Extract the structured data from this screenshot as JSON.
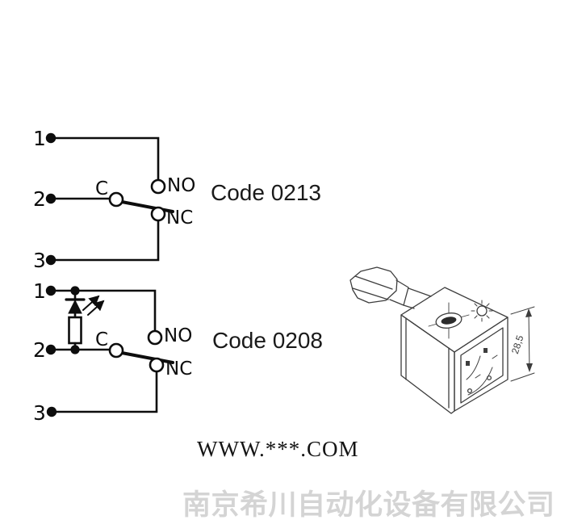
{
  "page": {
    "background": "#ffffff",
    "line_color": "#0d0d0d",
    "drawing_line_color": "#3d3d3d"
  },
  "circuits": [
    {
      "id": "code-0213",
      "code_label": "Code 0213",
      "terminals": [
        "1",
        "2",
        "3"
      ],
      "contacts": {
        "common": "C",
        "normally_open": "NO",
        "normally_closed": "NC"
      },
      "has_led_resistor": false
    },
    {
      "id": "code-0208",
      "code_label": "Code 0208",
      "terminals": [
        "1",
        "2",
        "3"
      ],
      "contacts": {
        "common": "C",
        "normally_open": "NO",
        "normally_closed": "NC"
      },
      "has_led_resistor": true
    }
  ],
  "connector_drawing": {
    "dimension_label": "28,5"
  },
  "watermark": {
    "url_text": "WWW.***.COM",
    "company_text": "南京希川自动化设备有限公司",
    "company_color": "#d4d4d4"
  }
}
